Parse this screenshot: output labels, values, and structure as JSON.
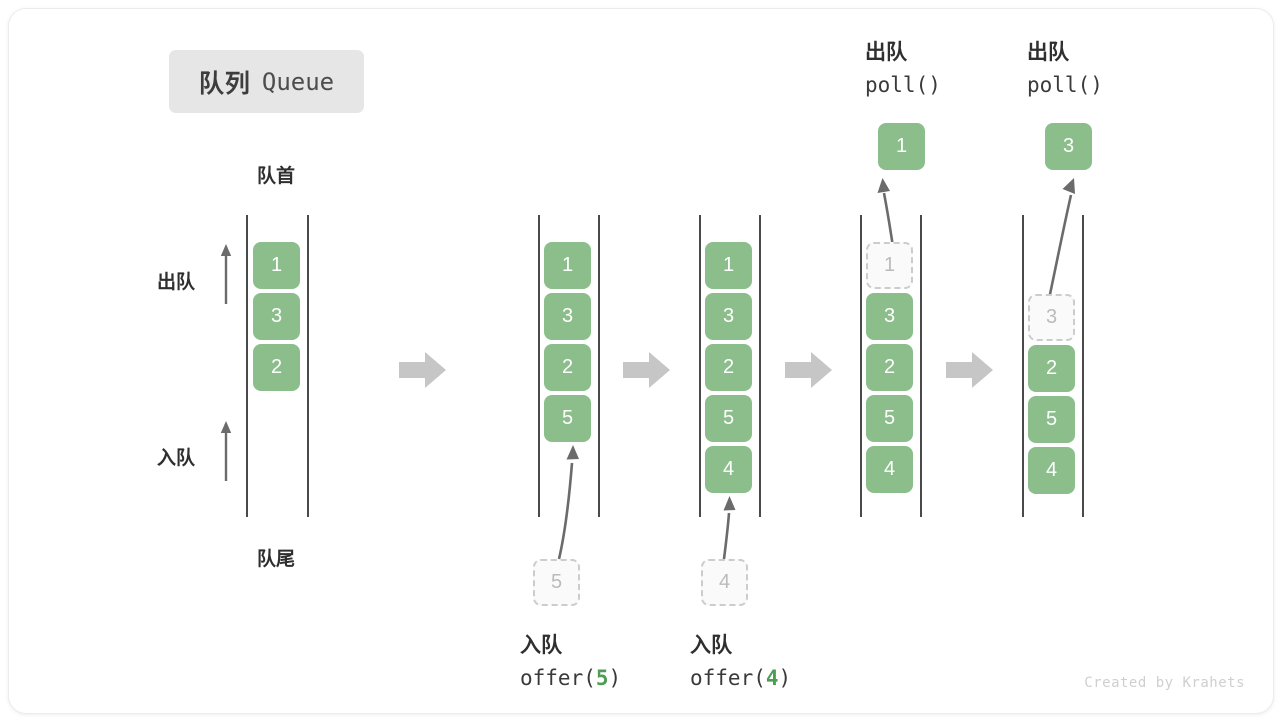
{
  "title": {
    "cn": "队列",
    "en": "Queue"
  },
  "labels": {
    "front": "队首",
    "rear": "队尾",
    "dequeue": "出队",
    "enqueue": "入队"
  },
  "colors": {
    "element": "#8cbe8c",
    "element_text": "#ffffff",
    "ghost_border": "#cccccc",
    "ghost_text": "#bbbbbb",
    "rail": "#4a4a4a",
    "step_arrow": "#c6c6c6",
    "badge_bg": "#e6e6e6",
    "highlight_number": "#4f9d54"
  },
  "footer": "Created by Krahets",
  "chart_data": {
    "type": "diagram",
    "title": "队列 Queue",
    "description": "Queue FIFO operation sequence: initial state, two offer operations, two poll operations",
    "steps": [
      {
        "index": 0,
        "name": "initial",
        "items": [
          {
            "value": "1",
            "state": "present"
          },
          {
            "value": "3",
            "state": "present"
          },
          {
            "value": "2",
            "state": "present"
          }
        ],
        "annotations": [
          "队首",
          "队尾",
          "出队",
          "入队"
        ]
      },
      {
        "index": 1,
        "name": "offer-5",
        "items": [
          {
            "value": "1",
            "state": "present"
          },
          {
            "value": "3",
            "state": "present"
          },
          {
            "value": "2",
            "state": "present"
          },
          {
            "value": "5",
            "state": "present"
          }
        ],
        "incoming": {
          "value": "5",
          "state": "ghost"
        },
        "caption_cn": "入队",
        "caption_code": "offer(",
        "caption_arg": "5",
        "caption_code_end": ")"
      },
      {
        "index": 2,
        "name": "offer-4",
        "items": [
          {
            "value": "1",
            "state": "present"
          },
          {
            "value": "3",
            "state": "present"
          },
          {
            "value": "2",
            "state": "present"
          },
          {
            "value": "5",
            "state": "present"
          },
          {
            "value": "4",
            "state": "present"
          }
        ],
        "incoming": {
          "value": "4",
          "state": "ghost"
        },
        "caption_cn": "入队",
        "caption_code": "offer(",
        "caption_arg": "4",
        "caption_code_end": ")"
      },
      {
        "index": 3,
        "name": "poll-1",
        "items": [
          {
            "value": "1",
            "state": "ghost"
          },
          {
            "value": "3",
            "state": "present"
          },
          {
            "value": "2",
            "state": "present"
          },
          {
            "value": "5",
            "state": "present"
          },
          {
            "value": "4",
            "state": "present"
          }
        ],
        "outgoing": {
          "value": "1",
          "state": "present"
        },
        "caption_cn": "出队",
        "caption_code": "poll()"
      },
      {
        "index": 4,
        "name": "poll-3",
        "items": [
          {
            "value": "3",
            "state": "ghost"
          },
          {
            "value": "2",
            "state": "present"
          },
          {
            "value": "5",
            "state": "present"
          },
          {
            "value": "4",
            "state": "present"
          }
        ],
        "outgoing": {
          "value": "3",
          "state": "present"
        },
        "caption_cn": "出队",
        "caption_code": "poll()"
      }
    ]
  }
}
